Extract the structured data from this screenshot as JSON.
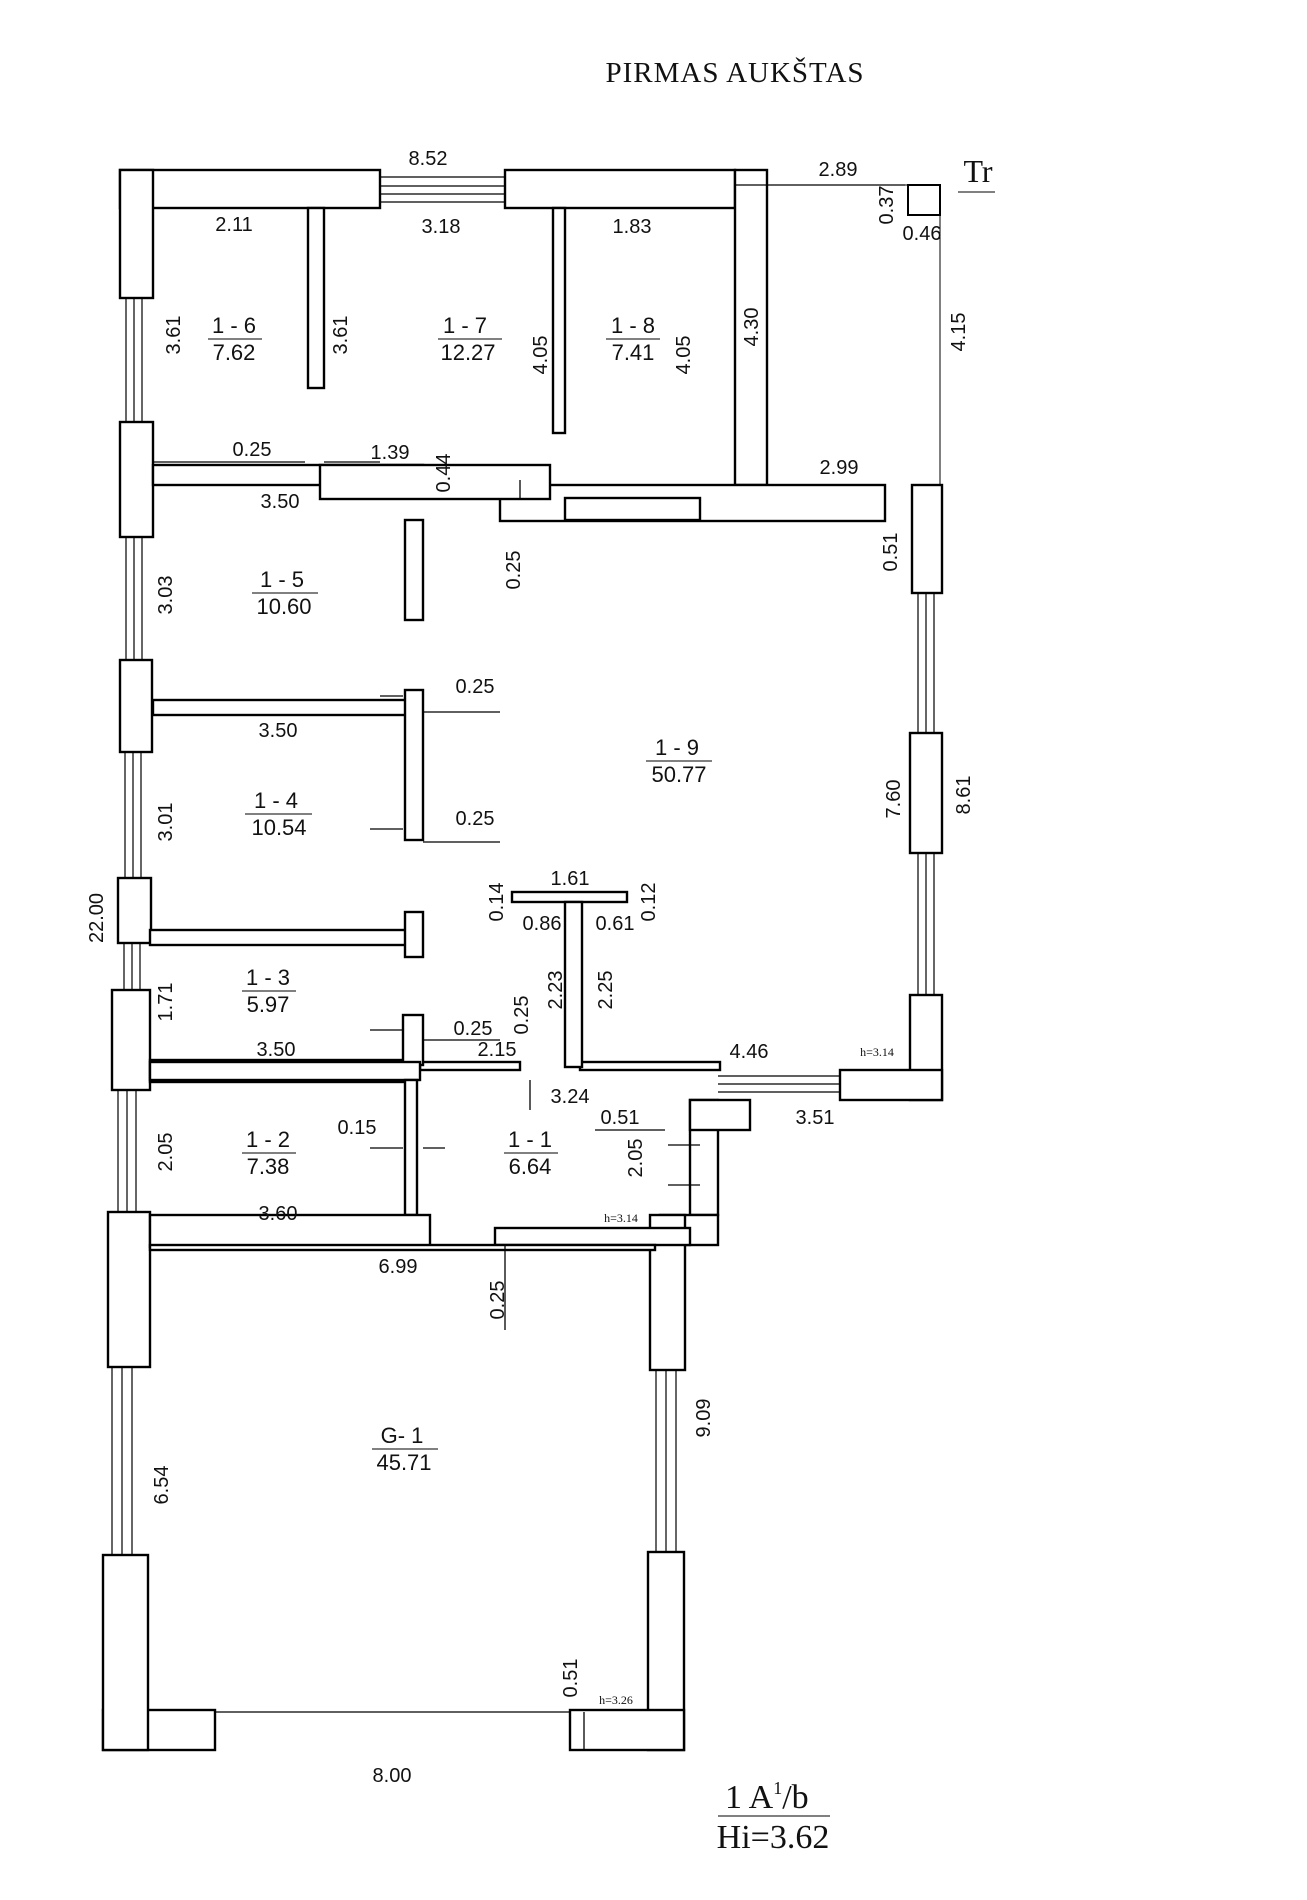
{
  "title": "PIRMAS AUKŠTAS",
  "tr_label": "Tr",
  "stamp": {
    "line1": "1 A",
    "sup": "1",
    "suffix": "/b",
    "line2": "Hi=3.62"
  },
  "rooms": [
    {
      "id": "1 - 6",
      "area": "7.62"
    },
    {
      "id": "1 - 7",
      "area": "12.27"
    },
    {
      "id": "1 - 8",
      "area": "7.41"
    },
    {
      "id": "1 - 5",
      "area": "10.60"
    },
    {
      "id": "1 - 4",
      "area": "10.54"
    },
    {
      "id": "1 - 9",
      "area": "50.77"
    },
    {
      "id": "1 - 3",
      "area": "5.97"
    },
    {
      "id": "1 - 2",
      "area": "7.38"
    },
    {
      "id": "1 - 1",
      "area": "6.64"
    },
    {
      "id": "G- 1",
      "area": "45.71"
    }
  ],
  "heights": {
    "room_1_9": "h=3.14",
    "room_1_1": "h=3.14",
    "room_g_1": "h=3.26"
  },
  "dims": {
    "d852": "8.52",
    "d289": "2.89",
    "d037": "0.37",
    "d046": "0.46",
    "d211": "2.11",
    "d318": "3.18",
    "d183": "1.83",
    "d361a": "3.61",
    "d361b": "3.61",
    "d405a": "4.05",
    "d405b": "4.05",
    "d430": "4.30",
    "d415": "4.15",
    "d025a": "0.25",
    "d139": "1.39",
    "d044": "0.44",
    "d299": "2.99",
    "d350a": "3.50",
    "d303": "3.03",
    "d025b": "0.25",
    "d051a": "0.51",
    "d025c": "0.25",
    "d350b": "3.50",
    "d301": "3.01",
    "d025d": "0.25",
    "d760": "7.60",
    "d861": "8.61",
    "d2200": "22.00",
    "d161": "1.61",
    "d014": "0.14",
    "d012": "0.12",
    "d086": "0.86",
    "d061": "0.61",
    "d171": "1.71",
    "d223": "2.23",
    "d225": "2.25",
    "d025e": "0.25",
    "d025f": "0.25",
    "d350c": "3.50",
    "d215": "2.15",
    "d446": "4.46",
    "d324": "3.24",
    "d051b": "0.51",
    "d351": "3.51",
    "d205a": "2.05",
    "d015": "0.15",
    "d205b": "2.05",
    "d360": "3.60",
    "d699": "6.99",
    "d025g": "0.25",
    "d654": "6.54",
    "d909": "9.09",
    "d051c": "0.51",
    "d800": "8.00"
  }
}
